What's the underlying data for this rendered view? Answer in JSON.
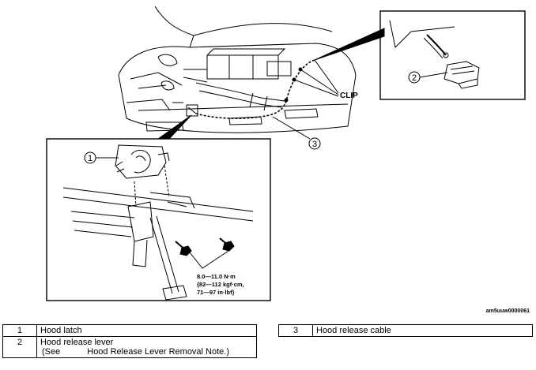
{
  "callouts": {
    "c1": "1",
    "c2": "2",
    "c3": "3",
    "clip_label": "CLIP"
  },
  "torque": {
    "line1": "8.0—11.0 N·m",
    "line2": "{82—112 kgf·cm,",
    "line3": "71—97 in·lbf}"
  },
  "figure_code": "am5uuw0000061",
  "legend": {
    "rows": [
      {
        "num": "1",
        "label": "Hood latch"
      },
      {
        "num": "2",
        "label": "Hood release lever",
        "note_prefix": "(See",
        "note_text": "Hood Release Lever Removal Note.)"
      },
      {
        "num": "3",
        "label": "Hood release cable"
      }
    ]
  }
}
